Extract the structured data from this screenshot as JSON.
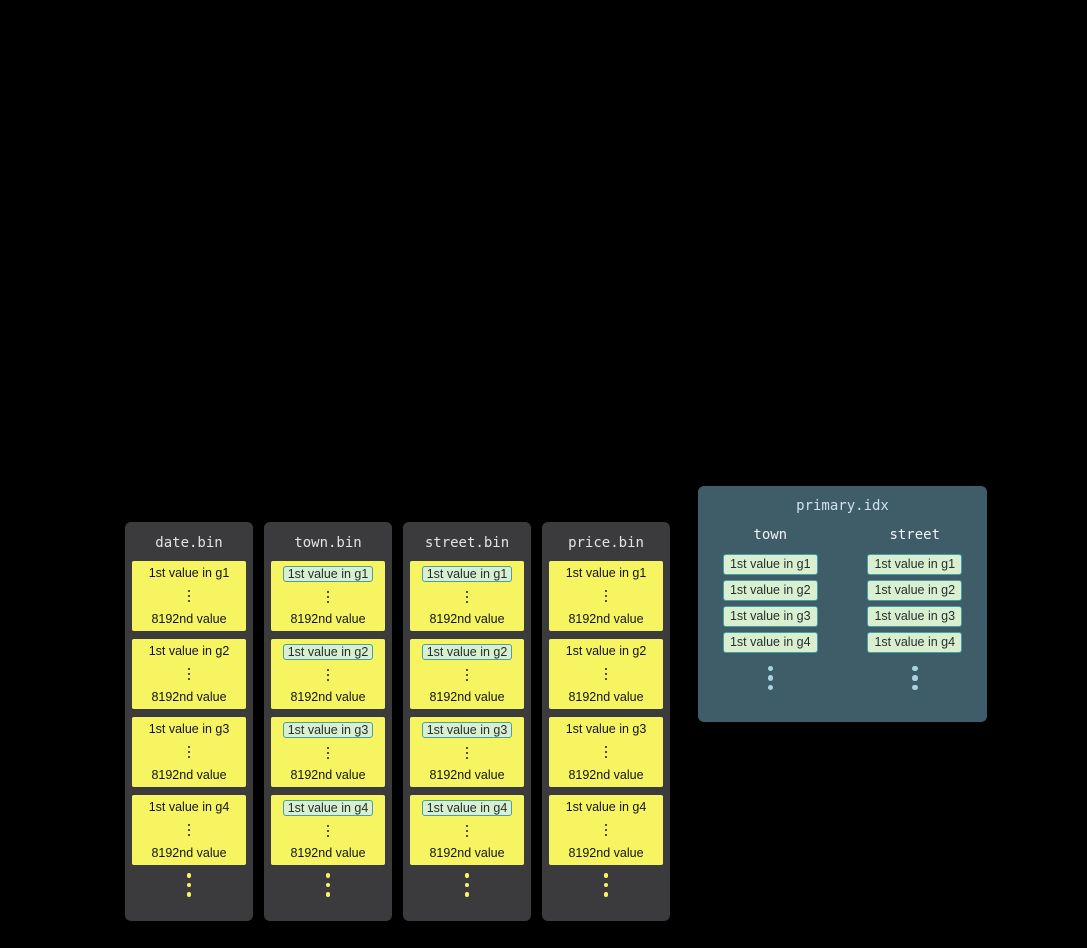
{
  "diagram": {
    "bins": [
      {
        "title": "date.bin",
        "highlight_first": false,
        "groups": [
          {
            "first": "1st value in g1",
            "last": "8192nd value"
          },
          {
            "first": "1st value in g2",
            "last": "8192nd value"
          },
          {
            "first": "1st value in g3",
            "last": "8192nd value"
          },
          {
            "first": "1st value in g4",
            "last": "8192nd value"
          }
        ]
      },
      {
        "title": "town.bin",
        "highlight_first": true,
        "groups": [
          {
            "first": "1st value in g1",
            "last": "8192nd value"
          },
          {
            "first": "1st value in g2",
            "last": "8192nd value"
          },
          {
            "first": "1st value in g3",
            "last": "8192nd value"
          },
          {
            "first": "1st value in g4",
            "last": "8192nd value"
          }
        ]
      },
      {
        "title": "street.bin",
        "highlight_first": true,
        "groups": [
          {
            "first": "1st value in g1",
            "last": "8192nd value"
          },
          {
            "first": "1st value in g2",
            "last": "8192nd value"
          },
          {
            "first": "1st value in g3",
            "last": "8192nd value"
          },
          {
            "first": "1st value in g4",
            "last": "8192nd value"
          }
        ]
      },
      {
        "title": "price.bin",
        "highlight_first": false,
        "groups": [
          {
            "first": "1st value in g1",
            "last": "8192nd value"
          },
          {
            "first": "1st value in g2",
            "last": "8192nd value"
          },
          {
            "first": "1st value in g3",
            "last": "8192nd value"
          },
          {
            "first": "1st value in g4",
            "last": "8192nd value"
          }
        ]
      }
    ],
    "primary_index": {
      "title": "primary.idx",
      "columns": [
        {
          "header": "town",
          "entries": [
            "1st value in g1",
            "1st value in g2",
            "1st value in g3",
            "1st value in g4"
          ]
        },
        {
          "header": "street",
          "entries": [
            "1st value in g1",
            "1st value in g2",
            "1st value in g3",
            "1st value in g4"
          ]
        }
      ]
    },
    "colors": {
      "background": "#000000",
      "bin_panel": "#3b3b3d",
      "granule": "#f6f561",
      "highlight_bg": "#d9efcf",
      "highlight_border": "#43a0a4",
      "index_panel": "#3f5d68",
      "index_dots": "#a9d3e2"
    }
  }
}
